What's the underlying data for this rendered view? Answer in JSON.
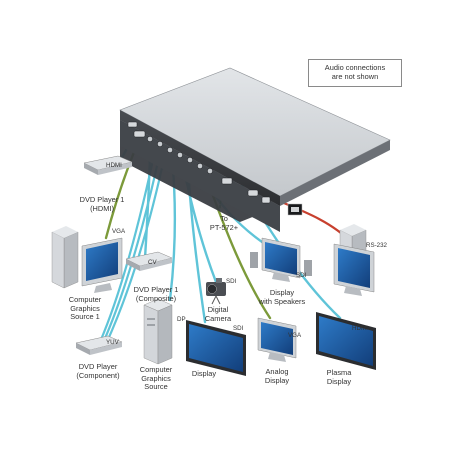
{
  "note": {
    "text": "Audio connections\nare not shown"
  },
  "colors": {
    "video_cable": "#5fc4d8",
    "vga_cable": "#7c9a3a",
    "rs232_cable": "#c8402e",
    "sdi_cable": "#e06a3c",
    "device_gray": "#c9cdd2",
    "screen_blue": "#1e5fa8"
  },
  "devices": {
    "dvd_hdmi": "DVD Player 1\n(HDMI)",
    "cgs1": "Computer\nGraphics\nSource 1",
    "dvd_comp": "DVD Player 1\n(Composite)",
    "dvd_yuv": "DVD Player\n(Component)",
    "cgs": "Computer\nGraphics\nSource",
    "display": "Display",
    "camera": "Digital\nCamera",
    "display_speakers": "Display\nwith Speakers",
    "analog_display": "Analog\nDisplay",
    "plasma": "Plasma\nDisplay",
    "to_pt": "To\nPT-572+"
  },
  "tags": {
    "hdmi_in": "HDMI",
    "vga_in": "VGA",
    "cv": "CV",
    "yuv": "YUV",
    "dp": "DP",
    "sdi_cam": "SDI",
    "sdi_disp": "SDI",
    "sdi_spk": "SDI",
    "vga_out": "VGA",
    "hdmi_out": "HDMI",
    "rs232": "RS-232"
  }
}
